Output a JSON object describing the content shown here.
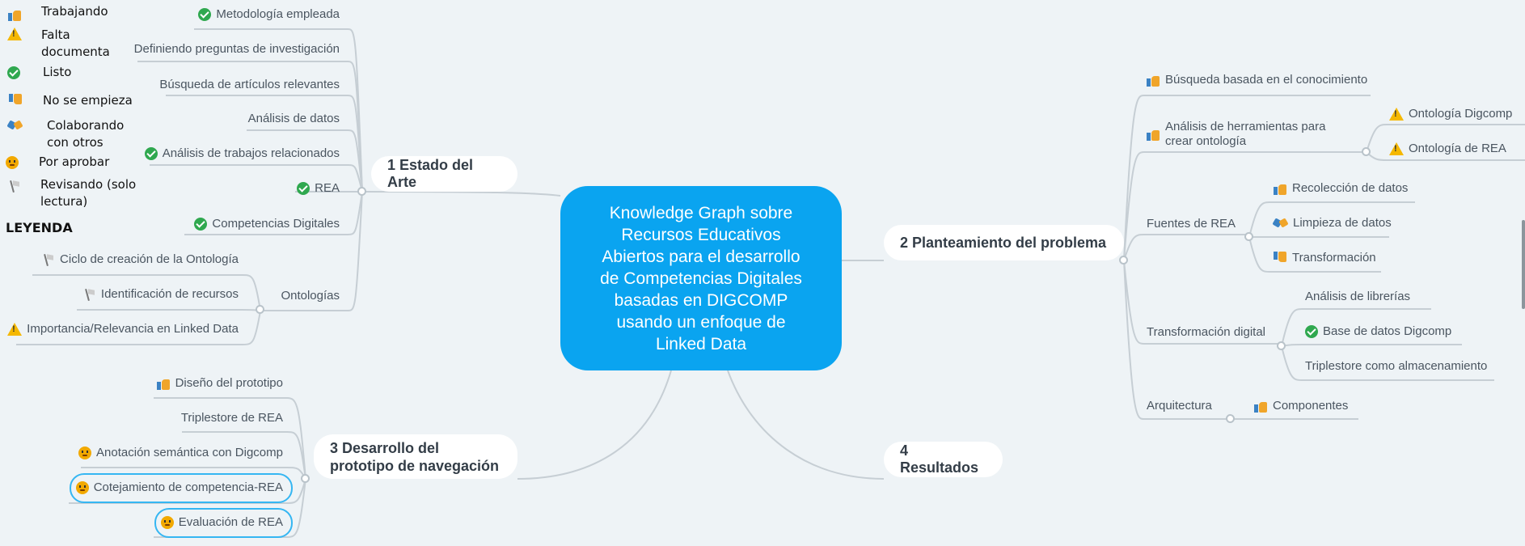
{
  "center": "Knowledge Graph sobre Recursos Educativos Abiertos para el desarrollo de Competencias Digitales basadas en DIGCOMP usando un enfoque de Linked Data",
  "legend": {
    "title": "LEYENDA",
    "items": [
      {
        "label": "Trabajando",
        "icon": "thumbs-up-icon"
      },
      {
        "label": "Falta documenta",
        "icon": "warning-icon"
      },
      {
        "label": "Listo",
        "icon": "check-icon"
      },
      {
        "label": "No se empieza",
        "icon": "thumbs-down-icon"
      },
      {
        "label": "Colaborando con otros",
        "icon": "handshake-icon"
      },
      {
        "label": "Por aprobar",
        "icon": "smiley-icon"
      },
      {
        "label": "Revisando (solo lectura)",
        "icon": "flag-icon"
      }
    ]
  },
  "branches": {
    "b1": {
      "title": "1 Estado del Arte",
      "children": [
        {
          "label": "Metodología empleada",
          "icon": "check-icon"
        },
        {
          "label": "Definiendo preguntas de investigación",
          "icon": ""
        },
        {
          "label": "Búsqueda de artículos relevantes",
          "icon": ""
        },
        {
          "label": "Análisis de datos",
          "icon": ""
        },
        {
          "label": "Análisis de trabajos relacionados",
          "icon": "check-icon"
        },
        {
          "label": "REA",
          "icon": "check-icon"
        },
        {
          "label": "Competencias Digitales",
          "icon": "check-icon"
        },
        {
          "label": "Ontologías",
          "icon": ""
        }
      ],
      "ontologias": [
        {
          "label": "Ciclo de creación de la Ontología",
          "icon": "flag-icon"
        },
        {
          "label": "Identificación de recursos",
          "icon": "flag-icon"
        },
        {
          "label": "Importancia/Relevancia en Linked Data",
          "icon": "warning-icon"
        }
      ]
    },
    "b2": {
      "title": "2 Planteamiento del problema",
      "children": [
        {
          "label": "Búsqueda basada en el conocimiento",
          "icon": "thumbs-up-icon"
        },
        {
          "label": "Análisis de herramientas para crear ontología",
          "icon": "thumbs-up-icon"
        },
        {
          "label": "Fuentes de REA",
          "icon": ""
        },
        {
          "label": "Transformación digital",
          "icon": ""
        },
        {
          "label": "Arquitectura",
          "icon": ""
        }
      ],
      "herramientas": [
        {
          "label": "Ontología Digcomp",
          "icon": "warning-icon"
        },
        {
          "label": "Ontología de REA",
          "icon": "warning-icon"
        }
      ],
      "fuentes": [
        {
          "label": "Recolección de datos",
          "icon": "thumbs-up-icon"
        },
        {
          "label": "Limpieza de datos",
          "icon": "handshake-icon"
        },
        {
          "label": "Transformación",
          "icon": "thumbs-down-icon"
        }
      ],
      "transformacion": [
        {
          "label": "Análisis de librerías",
          "icon": ""
        },
        {
          "label": "Base de datos Digcomp",
          "icon": "check-icon"
        },
        {
          "label": "Triplestore como almacenamiento",
          "icon": ""
        }
      ],
      "arquitectura": [
        {
          "label": "Componentes",
          "icon": "thumbs-up-icon"
        }
      ]
    },
    "b3": {
      "title": "3 Desarrollo del prototipo de navegación",
      "children": [
        {
          "label": "Diseño del prototipo",
          "icon": "thumbs-up-icon"
        },
        {
          "label": "Triplestore de REA",
          "icon": ""
        },
        {
          "label": "Anotación semántica con Digcomp",
          "icon": "smiley-icon"
        },
        {
          "label": "Cotejamiento de competencia-REA",
          "icon": "smiley-icon"
        },
        {
          "label": "Evaluación de REA",
          "icon": "smiley-icon"
        }
      ]
    },
    "b4": {
      "title": "4 Resultados"
    }
  }
}
